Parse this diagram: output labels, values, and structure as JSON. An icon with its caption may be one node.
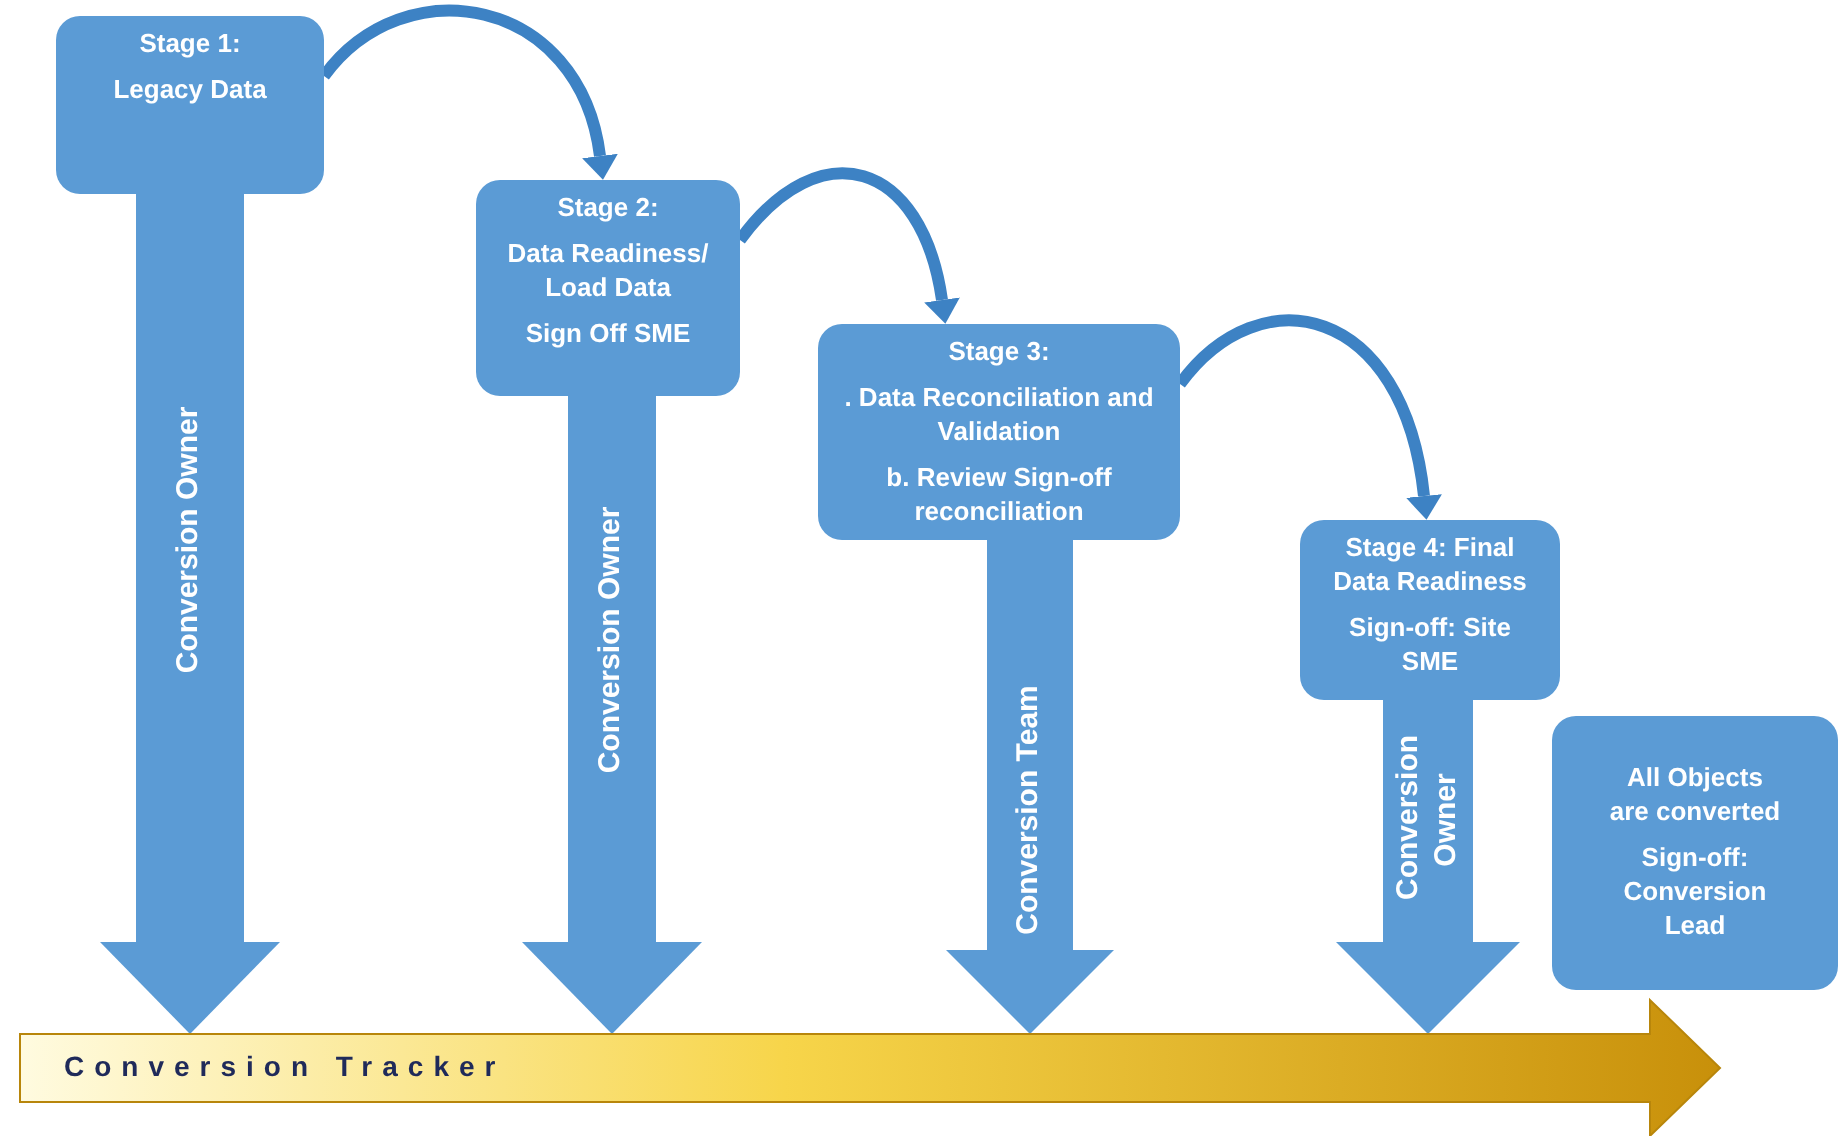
{
  "diagram": {
    "nodes": [
      {
        "text": [
          "Stage 1:",
          "Legacy Data"
        ]
      },
      {
        "text": [
          "Stage 2:",
          "Data Readiness/ Load Data",
          "Sign Off SME"
        ]
      },
      {
        "text": [
          "Stage 3:",
          ". Data Reconciliation and Validation",
          "b. Review Sign-off reconciliation"
        ]
      },
      {
        "text": [
          "Stage 4: Final Data Readiness",
          "Sign-off: Site SME"
        ]
      },
      {
        "text": [
          "All Objects are converted",
          "Sign-off: Conversion Lead"
        ]
      },
      {
        "text": [
          "Conversion Tracker"
        ]
      }
    ],
    "edges": [
      {
        "from": 0,
        "to": 1,
        "arrow": "to"
      },
      {
        "from": 1,
        "to": 2,
        "arrow": "to"
      },
      {
        "from": 2,
        "to": 3,
        "arrow": "to"
      },
      {
        "from": 0,
        "to": 5,
        "arrow": "to",
        "label": "Conversion Owner"
      },
      {
        "from": 1,
        "to": 5,
        "arrow": "to",
        "label": "Conversion Owner"
      },
      {
        "from": 2,
        "to": 5,
        "arrow": "to",
        "label": "Conversion Team"
      },
      {
        "from": 3,
        "to": 5,
        "arrow": "to",
        "label": "Conversion Owner"
      }
    ]
  }
}
